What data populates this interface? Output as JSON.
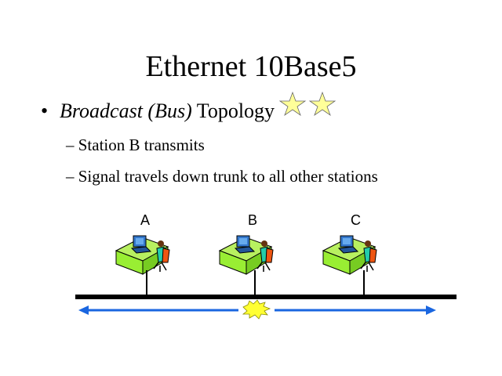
{
  "title": "Ethernet 10Base5",
  "bullet": {
    "italic": "Broadcast (Bus)",
    "rest": " Topology"
  },
  "sub_items": [
    "Station B transmits",
    "Signal travels down trunk to all other stations"
  ],
  "dash": "–",
  "bullet_mark": "•",
  "stations": [
    "A",
    "B",
    "C"
  ],
  "colors": {
    "trunk": "#000000",
    "signal_arrow": "#1a66e0",
    "star": "#ffff99",
    "burst": "#ffff33",
    "desk": "#99ee33"
  },
  "icons": [
    "star-icon",
    "workstation-icon",
    "collision-burst-icon"
  ]
}
